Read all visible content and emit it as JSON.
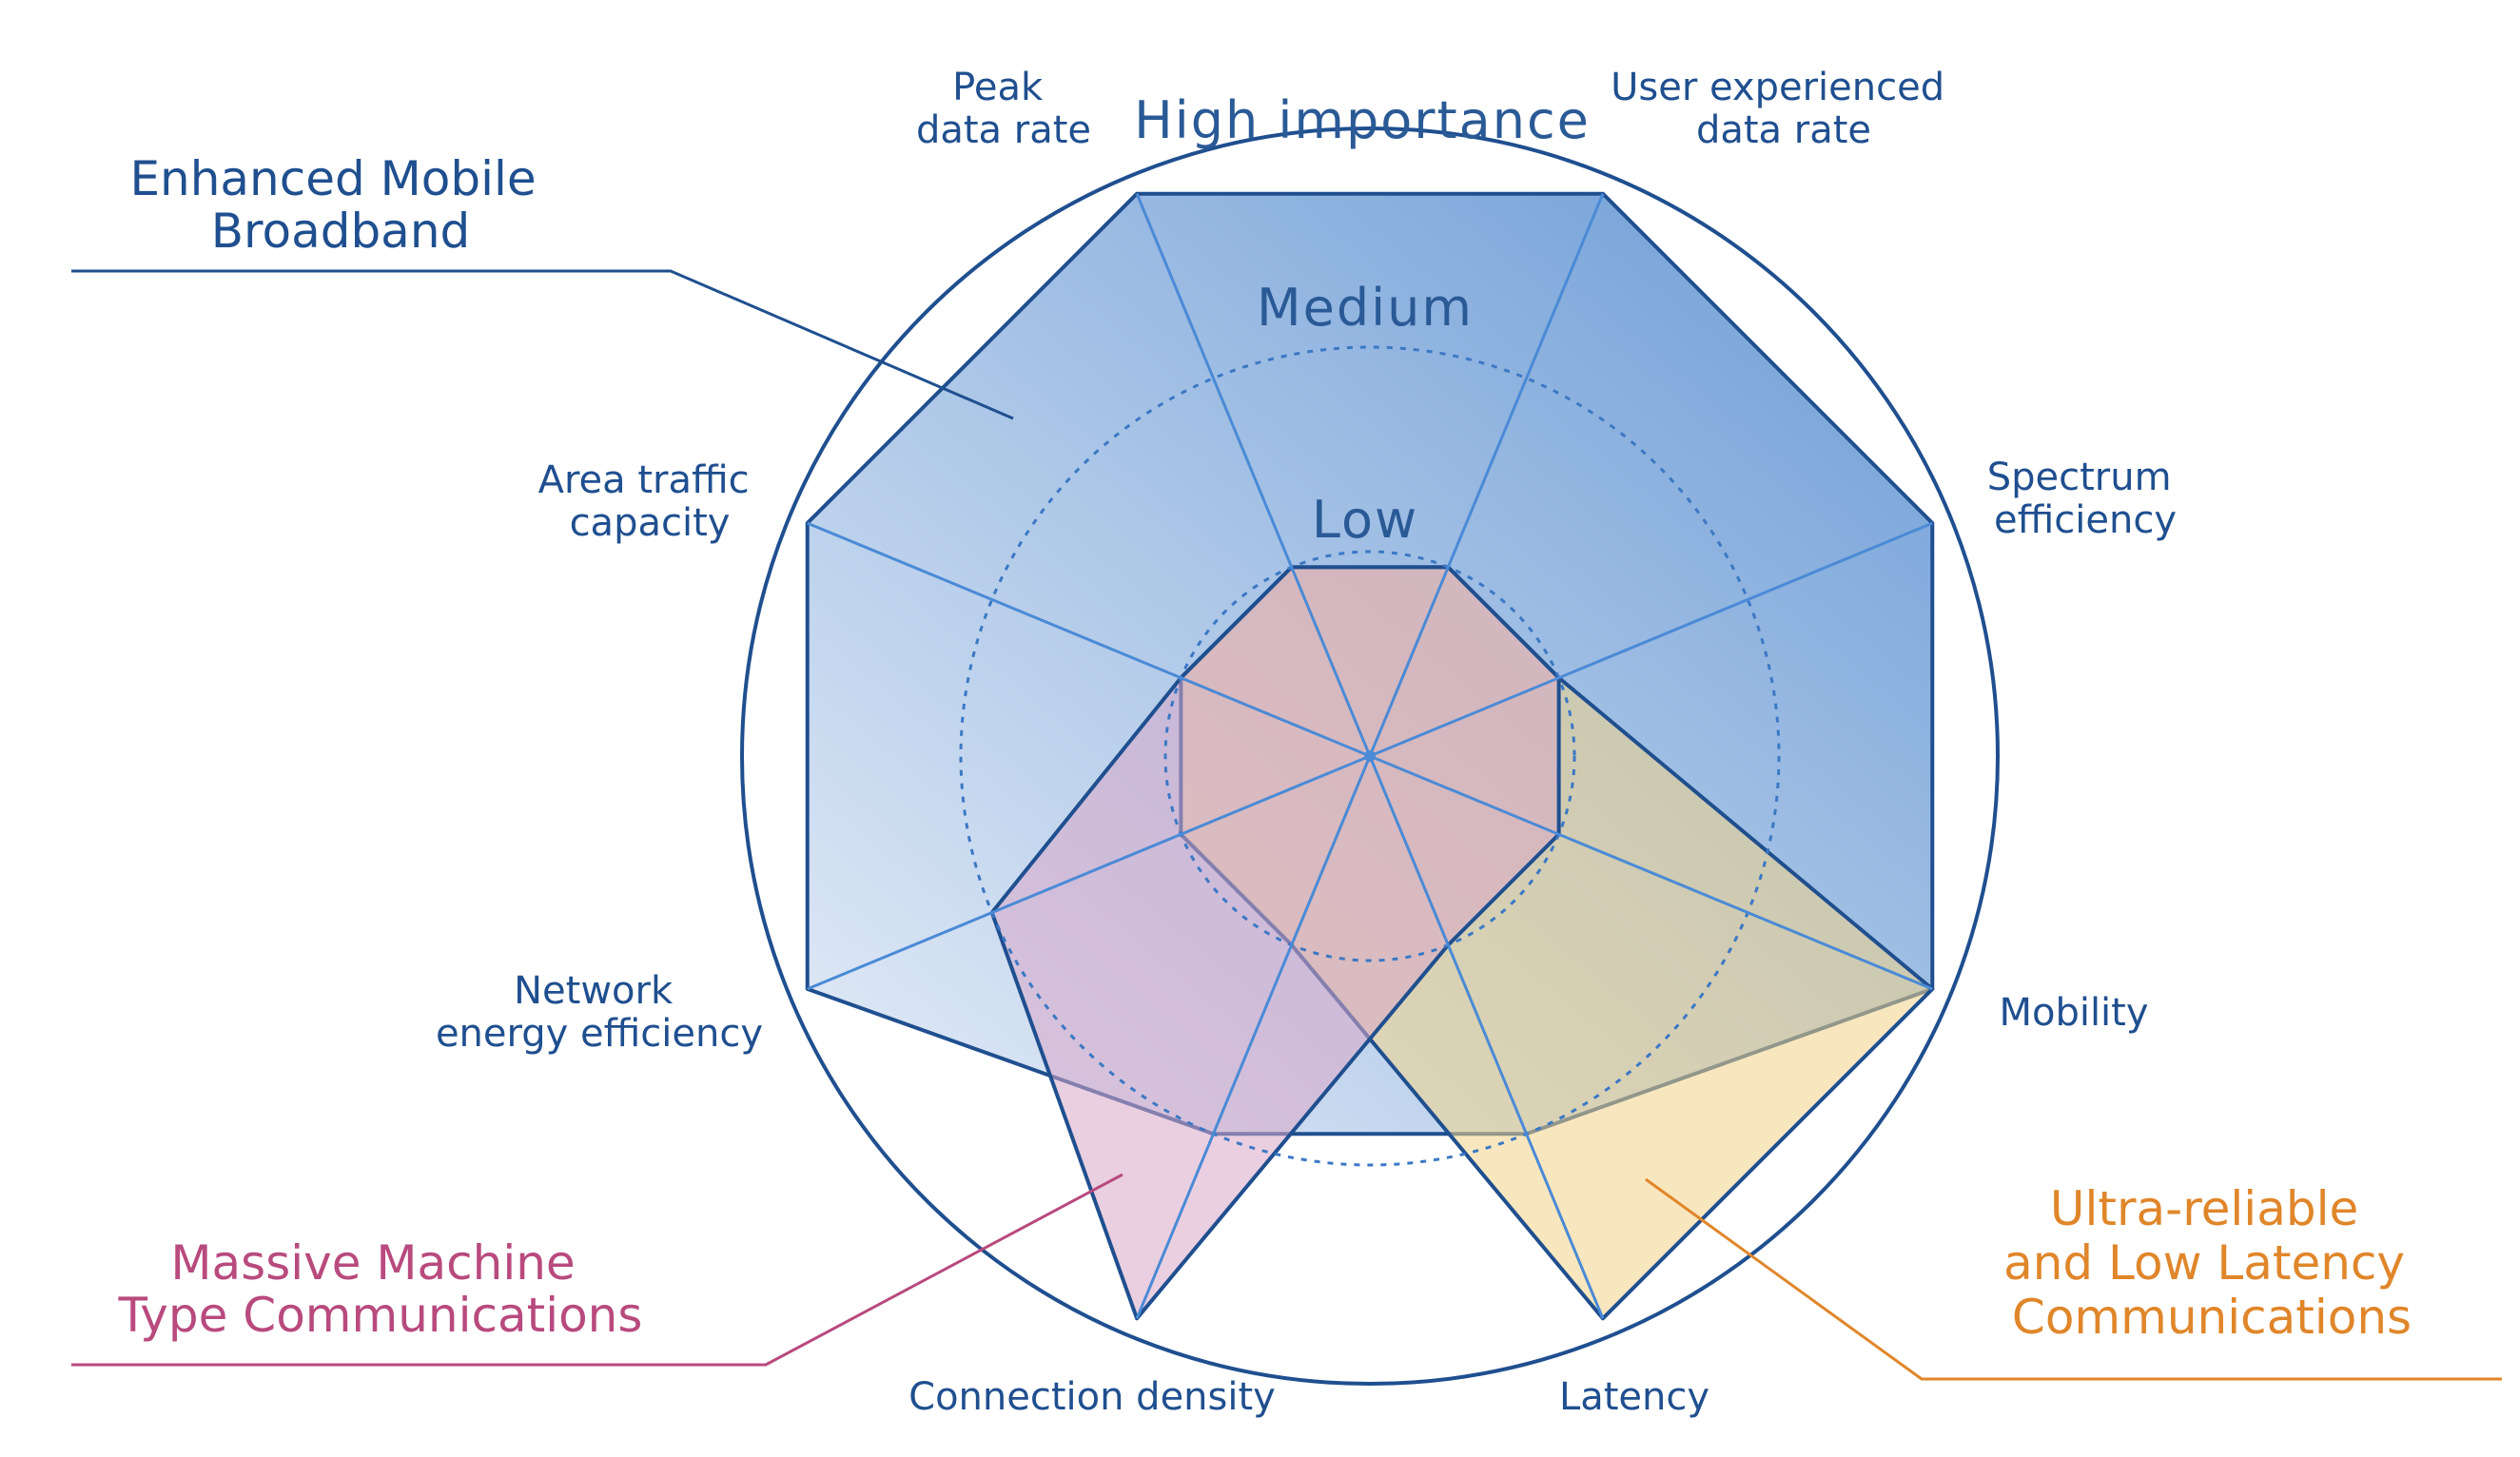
{
  "chart_data": {
    "type": "radar",
    "axes": [
      "Peak data rate",
      "User experienced data rate",
      "Spectrum efficiency",
      "Mobility",
      "Latency",
      "Connection density",
      "Network energy efficiency",
      "Area traffic capacity"
    ],
    "levels": [
      "Low",
      "Medium",
      "High importance"
    ],
    "level_values": [
      1,
      2,
      3
    ],
    "series": [
      {
        "name": "Enhanced Mobile Broadband",
        "values": [
          3,
          3,
          3,
          3,
          2,
          2,
          3,
          3
        ],
        "color": "#5b8ed6",
        "line_color": "#1f4f8f"
      },
      {
        "name": "Ultra-reliable and Low Latency Communications",
        "values": [
          1,
          1,
          1,
          3,
          3,
          1,
          1,
          1
        ],
        "color": "#f2d488",
        "line_color": "#1f4f8f"
      },
      {
        "name": "Massive Machine Type Communications",
        "values": [
          1,
          1,
          1,
          1,
          1,
          3,
          2,
          1
        ],
        "color": "#d9a8c8",
        "line_color": "#1f4f8f"
      }
    ],
    "colors": {
      "axis": "#2a6ab8",
      "circle": "#1f4f8f",
      "label": "#1f4f8f",
      "embb_text": "#1f4f8f",
      "urllc_text": "#e0862a",
      "mmtc_text": "#b84a7e"
    },
    "legend_lines": {
      "embb": [
        "Enhanced Mobile",
        "Broadband"
      ],
      "urllc": [
        "Ultra-reliable",
        "and Low Latency",
        "Communications"
      ],
      "mmtc": [
        "Massive Machine",
        "Type Communications"
      ]
    },
    "axis_label_lines": {
      "peak": [
        "Peak",
        "data rate"
      ],
      "user": [
        "User experienced",
        "data rate"
      ],
      "spectrum": [
        "Spectrum",
        "efficiency"
      ],
      "mobility": [
        "Mobility"
      ],
      "latency": [
        "Latency"
      ],
      "connection": [
        "Connection density"
      ],
      "energy": [
        "Network",
        "energy efficiency"
      ],
      "area": [
        "Area traffic",
        "capacity"
      ]
    }
  }
}
